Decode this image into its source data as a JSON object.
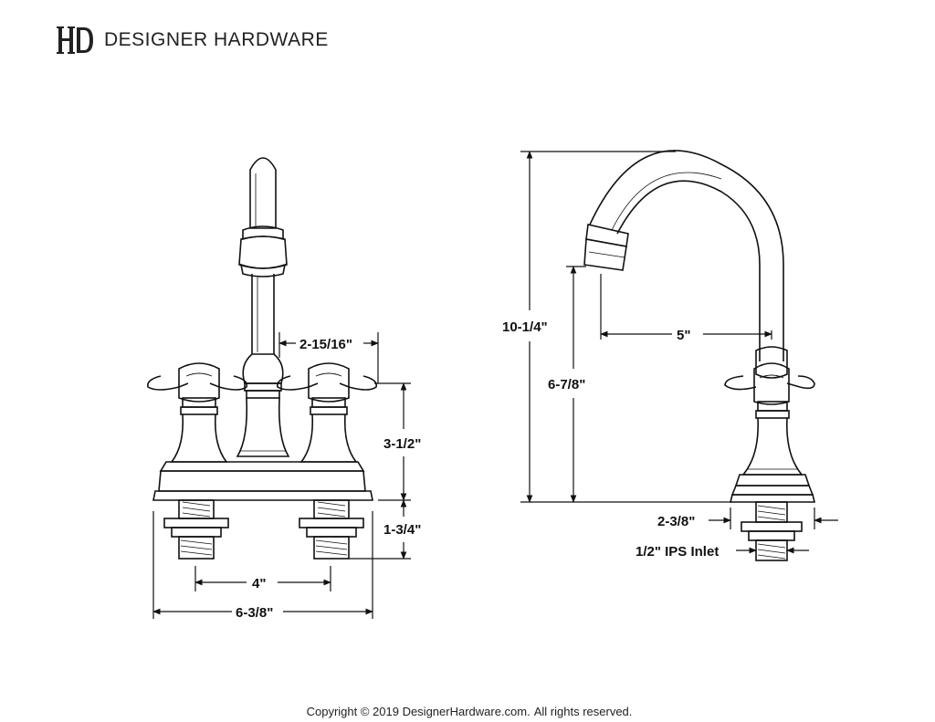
{
  "brand": {
    "name": "DESIGNER HARDWARE",
    "logo_letters": "HD"
  },
  "dimensions": {
    "handle_offset": "2-15/16\"",
    "handle_height": "3-1/2\"",
    "shank_length": "1-3/4\"",
    "center_spread": "4\"",
    "base_width": "6-3/8\"",
    "overall_height": "10-1/4\"",
    "spout_height": "6-7/8\"",
    "spout_reach": "5\"",
    "base_depth": "2-3/8\"",
    "inlet": "1/2\" IPS Inlet"
  },
  "footer": {
    "copyright": "Copyright © 2019 DesignerHardware.com.",
    "rights": "All rights reserved."
  }
}
